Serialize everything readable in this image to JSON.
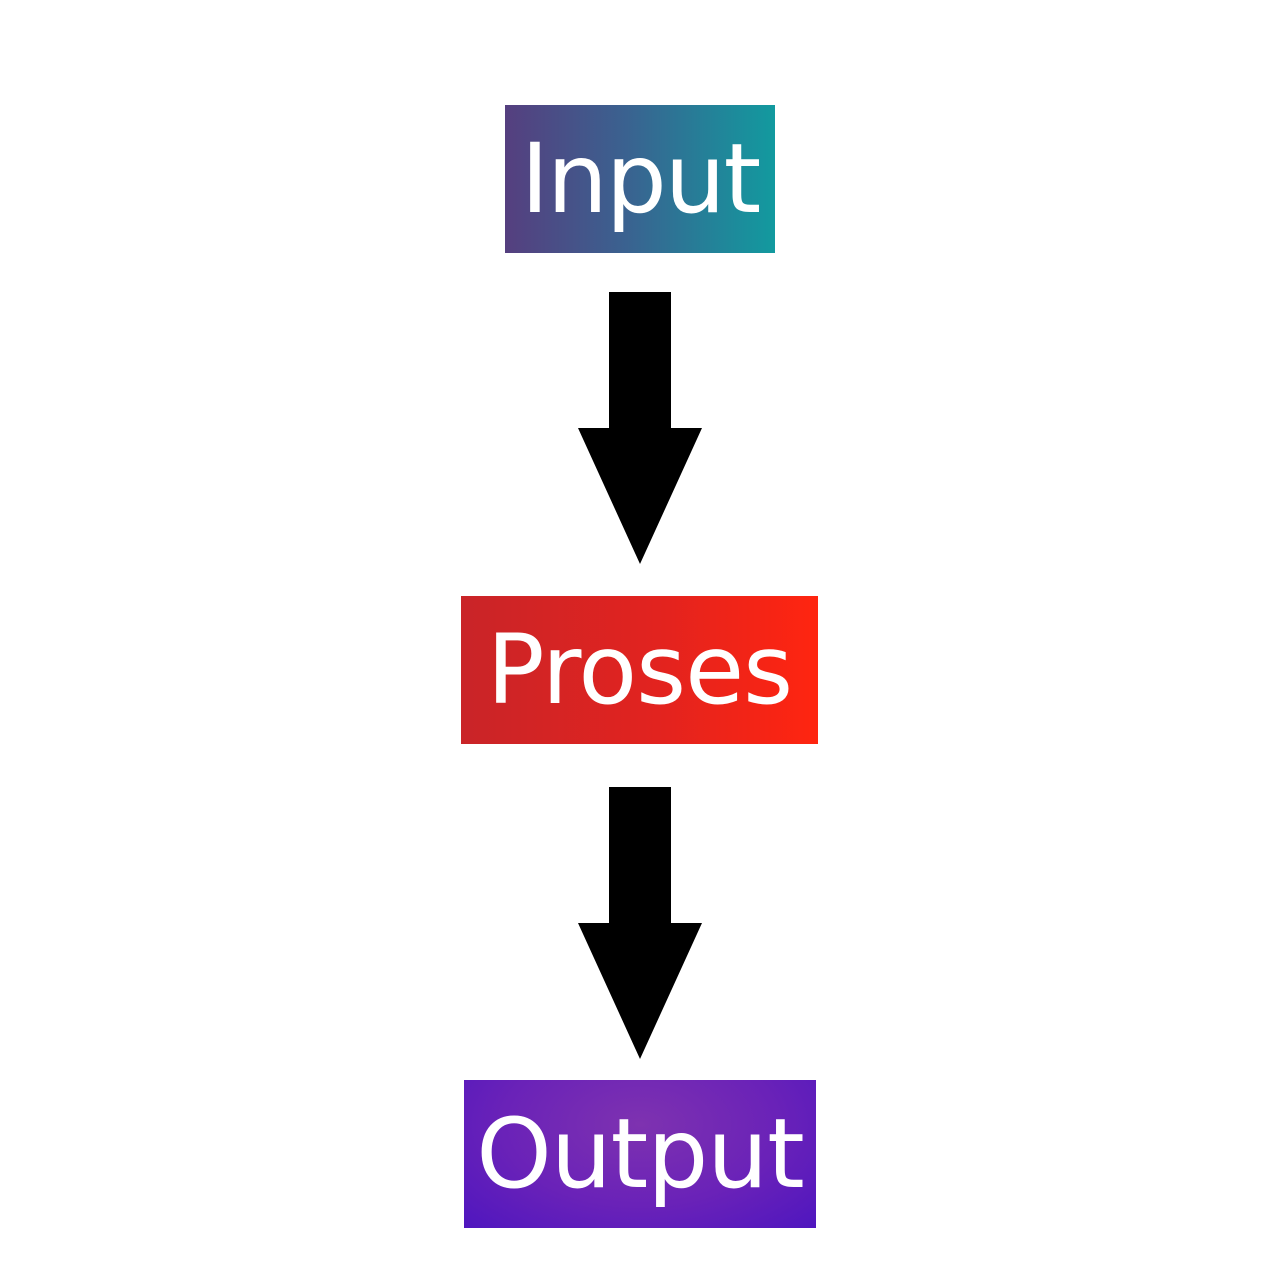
{
  "nodes": {
    "input": {
      "label": "Input",
      "colors": [
        "#553f7f",
        "#129a9f"
      ]
    },
    "proses": {
      "label": "Proses",
      "colors": [
        "#c92428",
        "#ff2510"
      ]
    },
    "output": {
      "label": "Output",
      "colors": [
        "#7e32b0",
        "#4f16bf"
      ]
    }
  },
  "edges": [
    {
      "from": "input",
      "to": "proses",
      "icon": "arrow-down-icon",
      "color": "#000000"
    },
    {
      "from": "proses",
      "to": "output",
      "icon": "arrow-down-icon",
      "color": "#000000"
    }
  ]
}
